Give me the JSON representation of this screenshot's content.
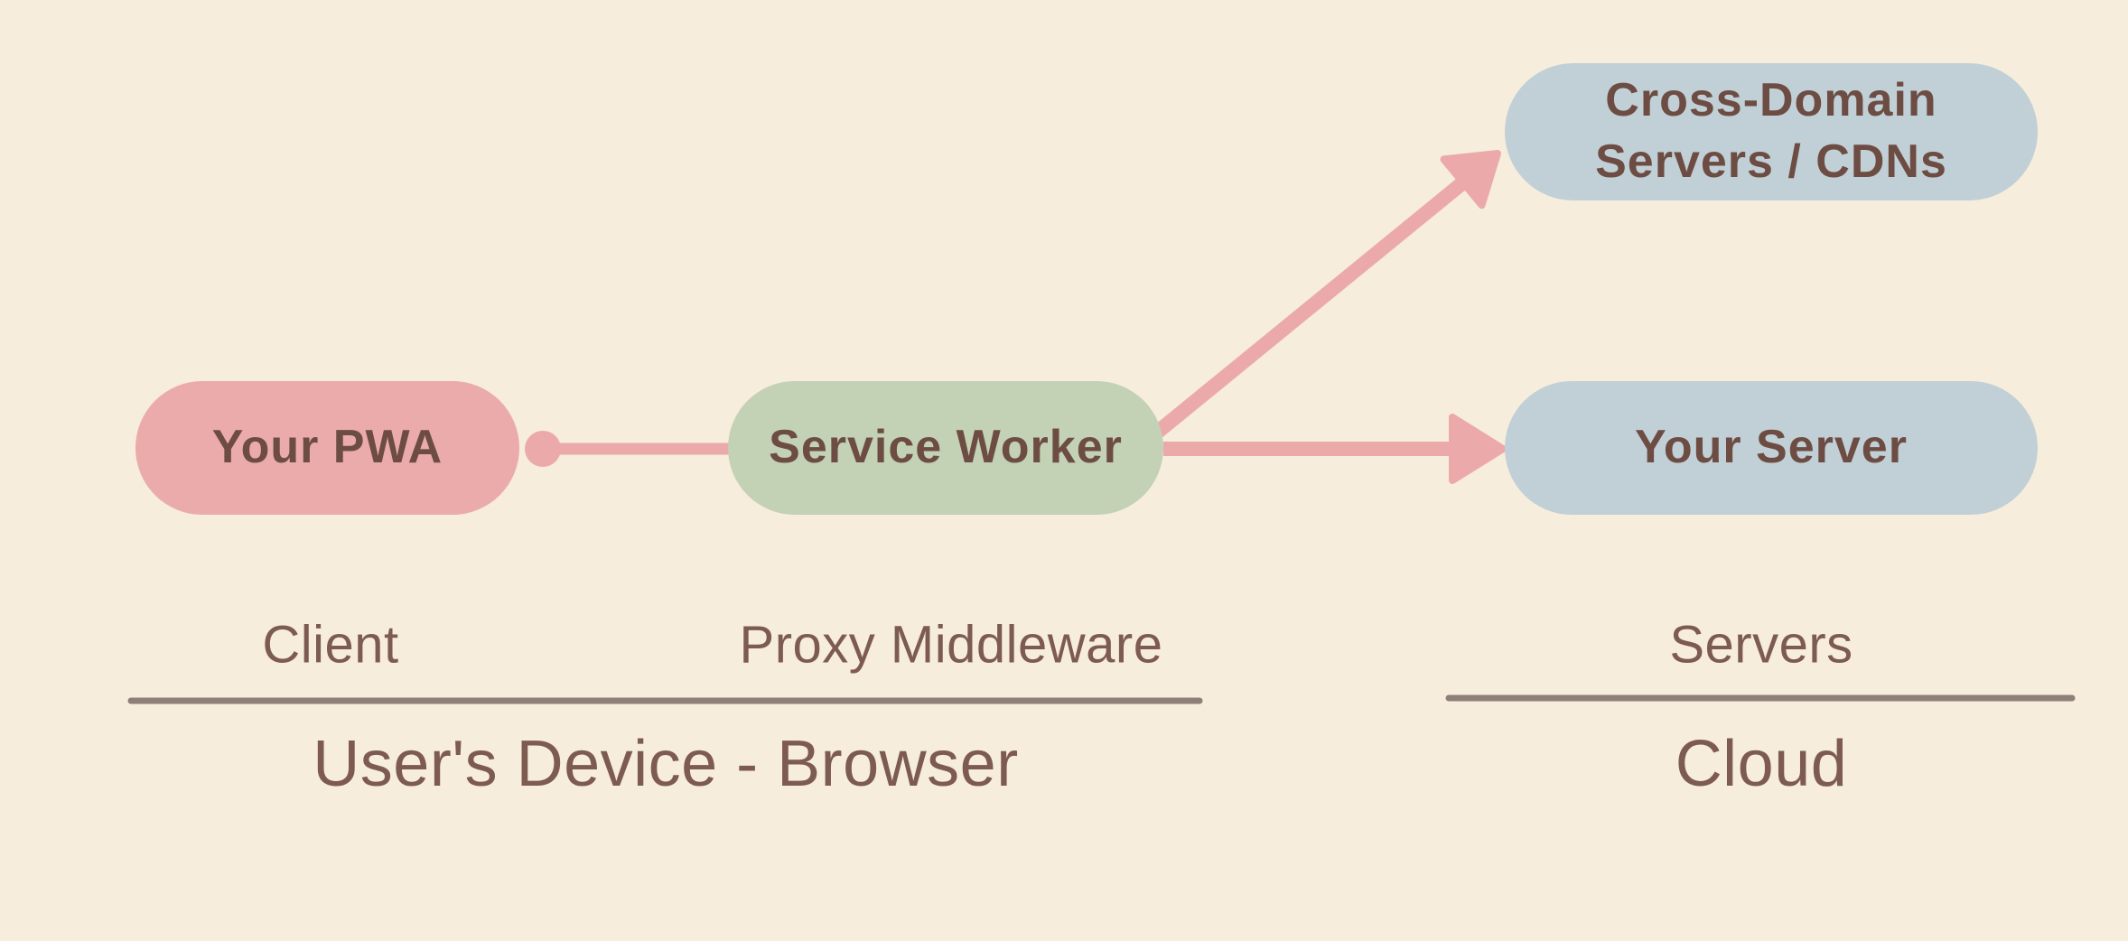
{
  "title": "PWA Service Worker proxy architecture diagram",
  "colors": {
    "background": "#f6eddc",
    "node_pink": "#ecabab",
    "node_green": "#c3d1b5",
    "node_blue": "#c1d0d6",
    "connector_pink": "#ebaaa9",
    "node_text": "#6d4d43",
    "label_text": "#7d5b51",
    "divider": "#8e7f78"
  },
  "nodes": {
    "pwa": {
      "label": "Your PWA",
      "fill": "#ecabab"
    },
    "service_worker": {
      "label": "Service Worker",
      "fill": "#c3d1b5"
    },
    "cross_domain": {
      "label": "Cross-Domain Servers / CDNs",
      "fill": "#c1d0d6"
    },
    "your_server": {
      "label": "Your Server",
      "fill": "#c1d0d6"
    }
  },
  "edges": [
    {
      "from": "Your PWA",
      "to": "Service Worker",
      "connector": "dot-line"
    },
    {
      "from": "Service Worker",
      "to": "Cross-Domain Servers / CDNs",
      "connector": "arrow"
    },
    {
      "from": "Service Worker",
      "to": "Your Server",
      "connector": "arrow"
    }
  ],
  "labels": {
    "client": "Client",
    "proxy_middleware": "Proxy Middleware",
    "servers": "Servers",
    "users_device_browser": "User's Device - Browser",
    "cloud": "Cloud"
  }
}
